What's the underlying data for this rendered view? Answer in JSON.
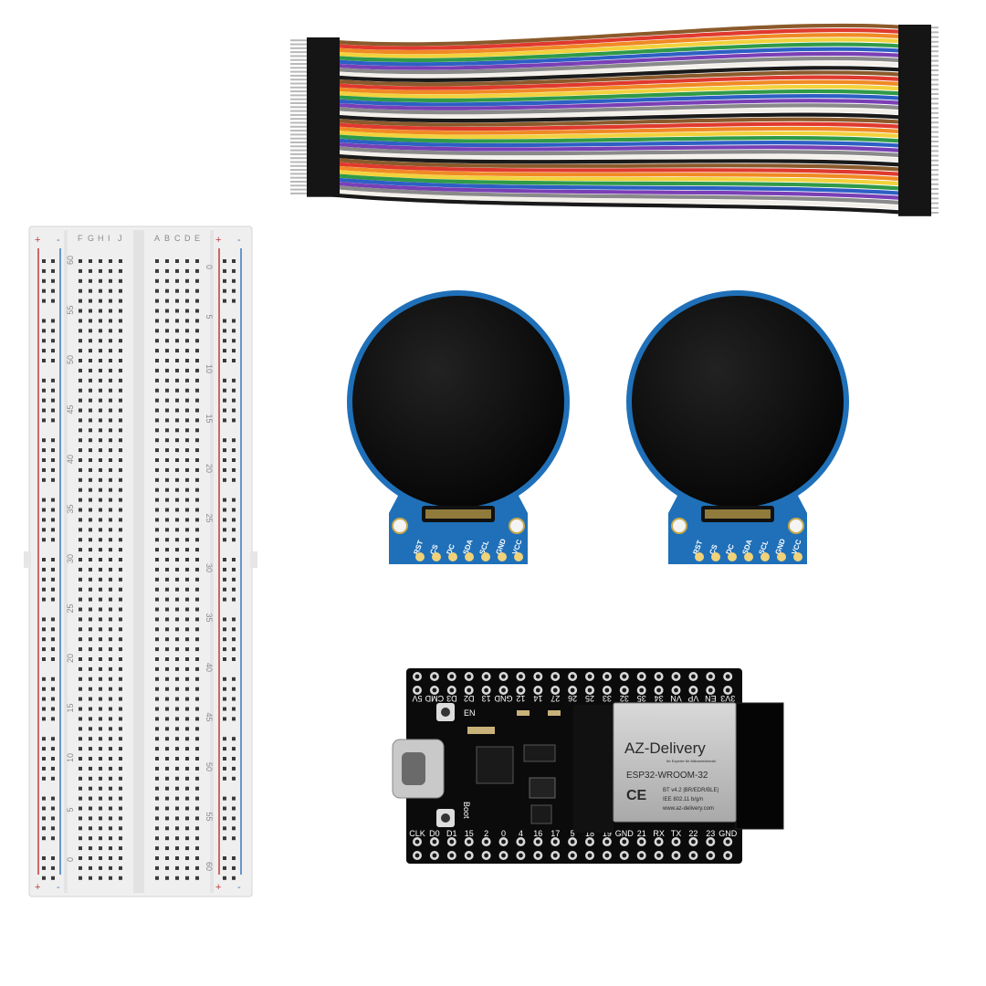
{
  "breadboard": {
    "rail_signs": {
      "plus": "+",
      "minus": "-"
    },
    "column_letters_left": [
      "F",
      "G",
      "H",
      "I",
      "J"
    ],
    "column_letters_right": [
      "A",
      "B",
      "C",
      "D",
      "E"
    ],
    "column_numbers_left_half": [
      "60",
      "55",
      "50",
      "45",
      "40",
      "35",
      "30",
      "25",
      "20",
      "15",
      "10",
      "5",
      "0"
    ],
    "column_numbers_right_half": [
      "0",
      "5",
      "10",
      "15",
      "20",
      "25",
      "30",
      "35",
      "40",
      "45",
      "50",
      "55",
      "60"
    ]
  },
  "displays": [
    {
      "pins": [
        "RST",
        "CS",
        "DC",
        "SDA",
        "SCL",
        "GND",
        "VCC"
      ]
    },
    {
      "pins": [
        "RST",
        "CS",
        "DC",
        "SDA",
        "SCL",
        "GND",
        "VCC"
      ]
    }
  ],
  "esp32": {
    "top_pins": [
      "5V",
      "CMD",
      "D3",
      "D2",
      "13",
      "GND",
      "12",
      "14",
      "27",
      "26",
      "25",
      "33",
      "32",
      "35",
      "34",
      "VN",
      "VP",
      "EN",
      "3V3"
    ],
    "bottom_pins": [
      "CLK",
      "D0",
      "D1",
      "15",
      "2",
      "0",
      "4",
      "16",
      "17",
      "5",
      "18",
      "19",
      "GND",
      "21",
      "RX",
      "TX",
      "22",
      "23",
      "GND"
    ],
    "en_label": "EN",
    "boot_label": "Boot",
    "module": {
      "brand": "AZ-Delivery",
      "tagline": "Ihr Experte für Mikroelektronik!",
      "model": "ESP32-WROOM-32",
      "ce": "CE",
      "spec1": "BT v4.2 |BR/EDR/BLE|",
      "spec2": "IEE 802.11 b/g/n",
      "url": "www.az-delivery.com"
    }
  },
  "colors": {
    "pcb_blue": "#1e6fb5",
    "screen_black": "#0d0d0d",
    "esp_board": "#0b0b0b",
    "breadboard_bg": "#f1f1f1",
    "rail_red": "#c23b3b",
    "rail_blue": "#3b78c2"
  }
}
